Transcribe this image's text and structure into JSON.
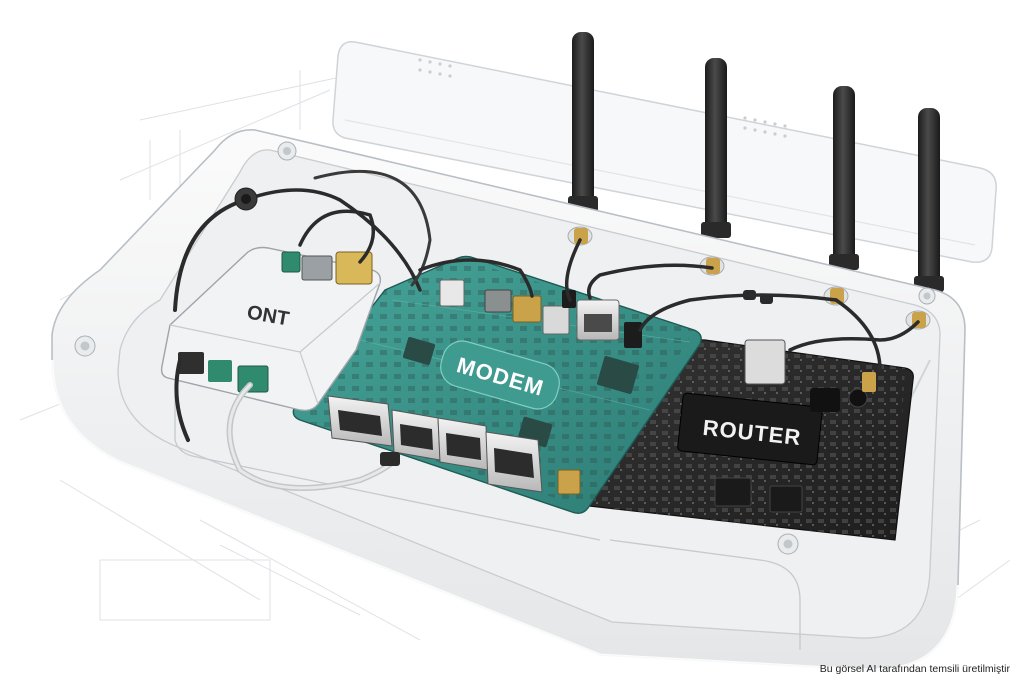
{
  "labels": {
    "ont": "ONT",
    "modem": "MODEM",
    "router": "ROUTER"
  },
  "caption": "Bu görsel AI tarafından temsili üretilmiştir",
  "colors": {
    "modem_board": "#3a8f86",
    "router_board": "#2a2a2a",
    "ont_box": "#f2f3f4",
    "enclosure": "#f4f5f6",
    "antenna": "#2b2b2b",
    "connector_gold": "#c9a24a"
  },
  "components": {
    "antenna_count": 4,
    "modem_ethernet_ports": 4
  }
}
